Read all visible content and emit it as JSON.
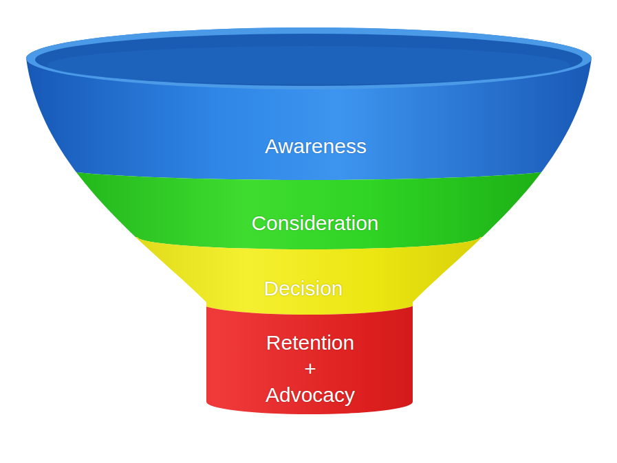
{
  "diagram": {
    "nodes": [
      {
        "text": [
          "Awareness"
        ]
      },
      {
        "text": [
          "Consideration"
        ]
      },
      {
        "text": [
          "Decision"
        ]
      },
      {
        "text": [
          "Retention + Advocacy"
        ]
      }
    ]
  }
}
